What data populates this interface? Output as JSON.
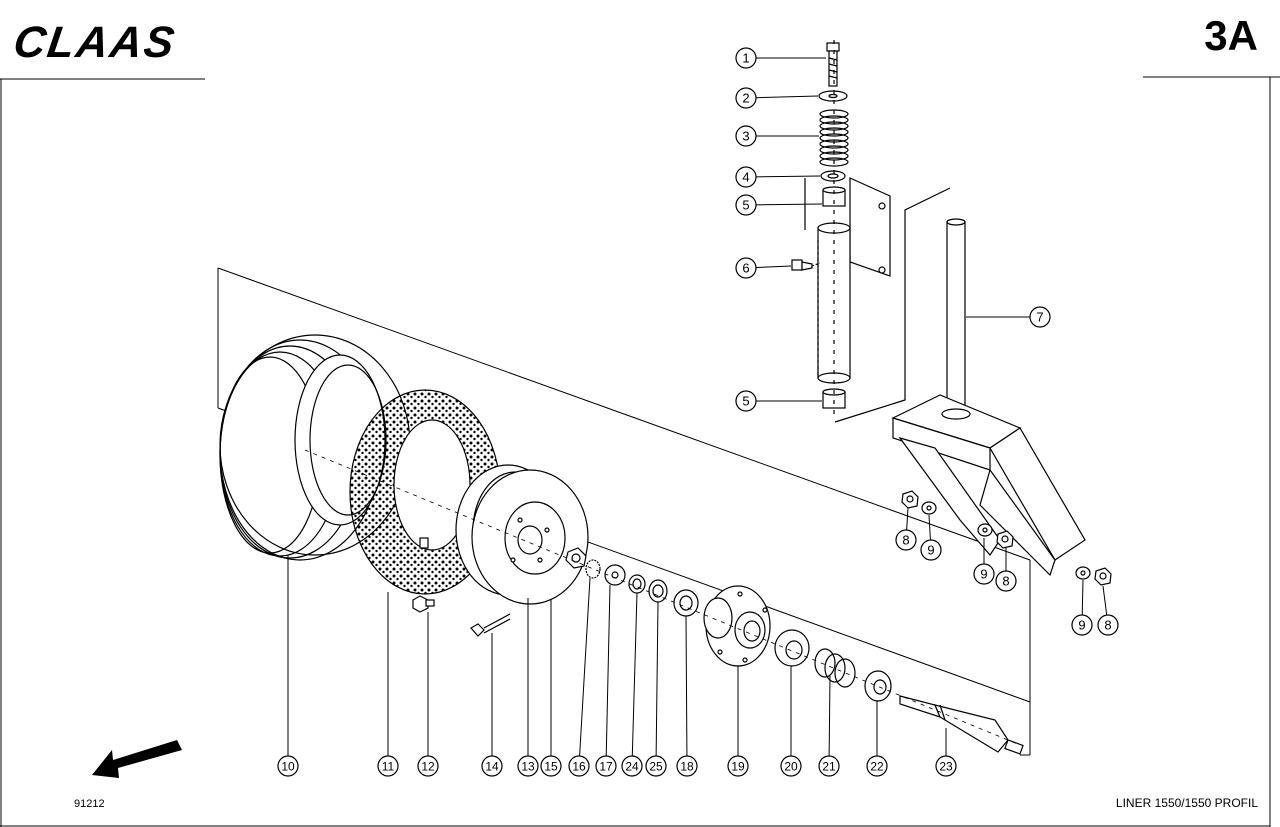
{
  "header": {
    "brand": "CLAAS",
    "sheet": "3A"
  },
  "footer": {
    "doc_number": "91212",
    "model": "LINER 1550/1550 PROFIL"
  },
  "callouts": [
    "1",
    "2",
    "3",
    "4",
    "5",
    "5",
    "6",
    "7",
    "8",
    "9",
    "9",
    "8",
    "9",
    "8",
    "10",
    "11",
    "12",
    "14",
    "13",
    "15",
    "16",
    "17",
    "24",
    "25",
    "18",
    "19",
    "20",
    "21",
    "22",
    "23"
  ]
}
